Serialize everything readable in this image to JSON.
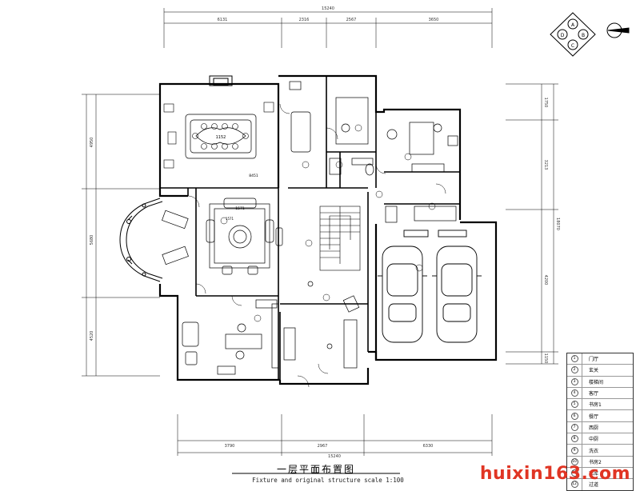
{
  "title": {
    "main": "一层平面布置图",
    "sub": "Fixture and original structure  scale 1:100"
  },
  "watermark": "huixin163.com",
  "compass": {
    "letters": [
      "A",
      "B",
      "C",
      "D"
    ]
  },
  "dimensions": {
    "top_total": "15240",
    "top": [
      "6131",
      "2316",
      "2567",
      "3650"
    ],
    "bottom_total": "15240",
    "bottom": [
      "3790",
      "2967",
      "6330"
    ],
    "left": [
      "4950",
      "5680",
      "4520"
    ],
    "right": [
      "1750",
      "3213",
      "4200",
      "1150"
    ],
    "right_total": "18070"
  },
  "room_labels": {
    "dining_table": "1152",
    "living_room": "1571",
    "sofa_group": "1571",
    "window_tag": "8451"
  },
  "legend": [
    {
      "num": "1",
      "label": "门厅"
    },
    {
      "num": "2",
      "label": "玄关"
    },
    {
      "num": "3",
      "label": "楼梯间"
    },
    {
      "num": "4",
      "label": "客厅"
    },
    {
      "num": "5",
      "label": "书房1"
    },
    {
      "num": "6",
      "label": "餐厅"
    },
    {
      "num": "7",
      "label": "西厨"
    },
    {
      "num": "8",
      "label": "中厨"
    },
    {
      "num": "9",
      "label": "洗衣"
    },
    {
      "num": "10",
      "label": "书房2"
    },
    {
      "num": "11",
      "label": "车库"
    },
    {
      "num": "12",
      "label": "过道"
    }
  ]
}
